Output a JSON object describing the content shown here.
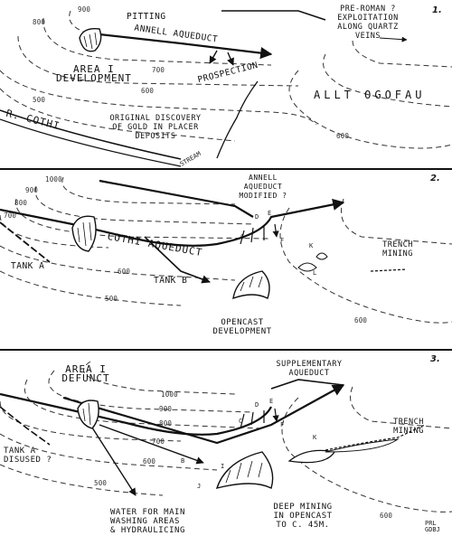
{
  "panels": [
    {
      "number": "1.",
      "labels": {
        "pitting": "PITTING",
        "annell": "ANNELL AQUEDUCT",
        "preroman": [
          "PRE-ROMAN ?",
          "EXPLOITATION",
          "ALONG QUARTZ",
          "VEINS"
        ],
        "area": [
          "AREA I",
          "DEVELOPMENT"
        ],
        "prospection": "PROSPECTION",
        "allt": "ALLT OGOFAU",
        "cothi": "R. COTHI",
        "original": [
          "ORIGINAL DISCOVERY",
          "OF GOLD IN PLACER",
          "DEPOSITS"
        ],
        "stream": "STREAM"
      },
      "contours": [
        "900",
        "800",
        "700",
        "600",
        "500",
        "600"
      ]
    },
    {
      "number": "2.",
      "labels": {
        "annell_mod": [
          "ANNELL",
          "AQUEDUCT",
          "MODIFIED ?"
        ],
        "cothi_aq": "COTHI AQUEDUCT",
        "trench": [
          "TRENCH",
          "MINING"
        ],
        "tank_a": "TANK A",
        "tank_b": "TANK B",
        "opencast": [
          "OPENCAST",
          "DEVELOPMENT"
        ],
        "letters": [
          "D",
          "E",
          "C",
          "F",
          "K",
          "L"
        ]
      },
      "contours": [
        "1000",
        "900",
        "800",
        "700",
        "600",
        "500",
        "600"
      ]
    },
    {
      "number": "3.",
      "labels": {
        "area_defunct": [
          "AREA I",
          "DEFUNCT"
        ],
        "supplementary": [
          "SUPPLEMENTARY",
          "AQUEDUCT"
        ],
        "trench": [
          "TRENCH",
          "MINING"
        ],
        "tank_a": [
          "TANK A",
          "DISUSED ?"
        ],
        "water": [
          "WATER FOR MAIN",
          "WASHING AREAS",
          "& HYDRAULICING"
        ],
        "deep": [
          "DEEP MINING",
          "IN OPENCAST",
          "TO c. 45m."
        ],
        "letters": [
          "D",
          "E",
          "C",
          "F",
          "K",
          "B",
          "J",
          "I"
        ]
      },
      "contours": [
        "1000",
        "900",
        "800",
        "700",
        "600",
        "500",
        "600"
      ]
    }
  ],
  "signature": [
    "PRL",
    "GDBJ"
  ]
}
